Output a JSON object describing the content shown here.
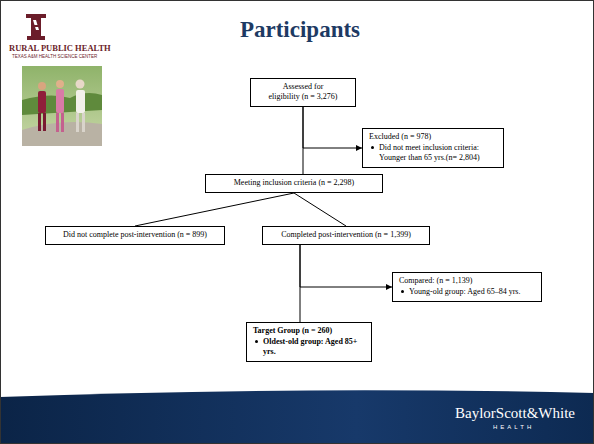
{
  "diagram": {
    "title": "Participants",
    "nodes": [
      {
        "text": [
          "Assessed for eligibility (n = 3,276)"
        ]
      },
      {
        "text": [
          "Excluded (n = 978)",
          "Did not meet inclusion criteria: Younger than 65 yrs.(n= 2,804)"
        ]
      },
      {
        "text": [
          "Meeting inclusion criteria (n = 2,298)"
        ]
      },
      {
        "text": [
          "Did not complete post-intervention (n = 899)"
        ]
      },
      {
        "text": [
          "Completed post-intervention (n = 1,399)"
        ]
      },
      {
        "text": [
          "Compared: (n = 1,139)",
          "Young-old group: Aged 65–84 yrs."
        ]
      },
      {
        "text": [
          "Target Group (n = 260)",
          "Oldest-old group: Aged 85+ yrs."
        ]
      }
    ],
    "edges": [
      {
        "from": 0,
        "to": 1,
        "arrow": "to"
      },
      {
        "from": 0,
        "to": 2,
        "arrow": "none"
      },
      {
        "from": 2,
        "to": 3,
        "arrow": "none"
      },
      {
        "from": 2,
        "to": 4,
        "arrow": "none"
      },
      {
        "from": 4,
        "to": 6,
        "arrow": "none"
      },
      {
        "from": 4,
        "to": 5,
        "arrow": "to"
      }
    ],
    "labels": [
      "RURAL PUBLIC HEALTH",
      "TEXAS A&M HEALTH SCIENCE CENTER",
      "BaylorScott&White",
      "HEALTH"
    ]
  }
}
